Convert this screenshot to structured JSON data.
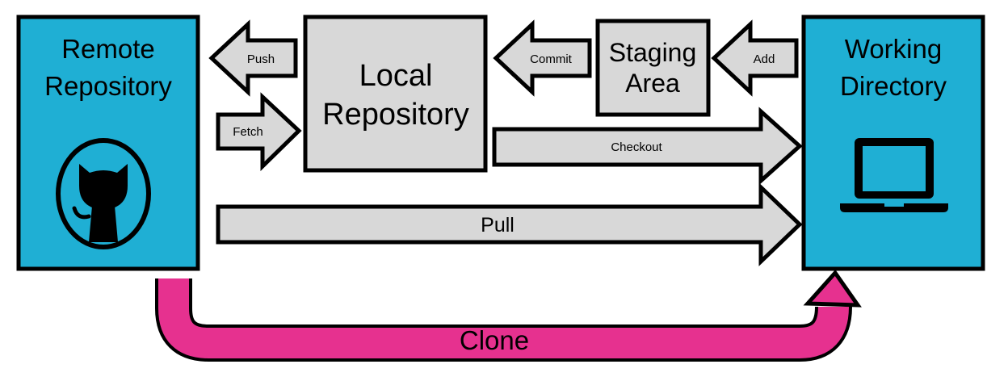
{
  "colors": {
    "repo_box": "#1fafd4",
    "neutral_box": "#d8d8d8",
    "clone_arrow": "#e6318f",
    "outline": "#000000"
  },
  "nodes": {
    "remote": {
      "line1": "Remote",
      "line2": "Repository",
      "icon": "github-octocat-icon"
    },
    "local": {
      "line1": "Local",
      "line2": "Repository"
    },
    "staging": {
      "line1": "Staging",
      "line2": "Area"
    },
    "working": {
      "line1": "Working",
      "line2": "Directory",
      "icon": "laptop-icon"
    }
  },
  "arrows": {
    "push": "Push",
    "fetch": "Fetch",
    "commit": "Commit",
    "add": "Add",
    "checkout": "Checkout",
    "pull": "Pull",
    "clone": "Clone"
  }
}
